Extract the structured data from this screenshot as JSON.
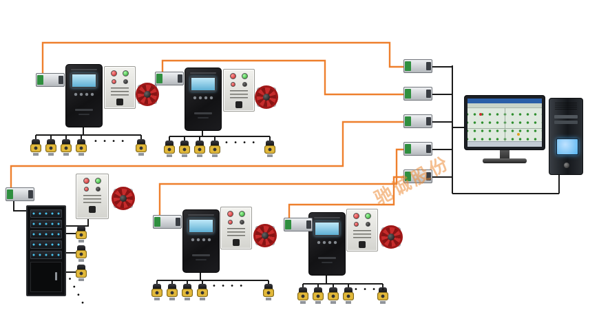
{
  "watermark": {
    "text": "驰诚股份"
  },
  "ellipsis": {
    "horizontal": "• • • •",
    "vertical": "• • • •"
  },
  "colors": {
    "wire-orange": "#ee7f2c",
    "wire-black": "#1a1a1a",
    "lcd-blue-1": "#bfe8f8",
    "lcd-blue-2": "#5fb0d4",
    "fan-red": "#c62b2b",
    "fan-red-dark": "#871414",
    "detector-yellow": "#e2b93b",
    "terminal-green": "#2f8f3f",
    "screen-bg": "#dfe9df",
    "screen-dot-green": "#2f8f2f",
    "tower-lcd": "#57b4f0"
  },
  "components": {
    "converter": "rs485-signal-converter",
    "controller": "gas-alarm-controller",
    "control_box": "power-control-box",
    "fan": "exhaust-fan",
    "detector": "gas-detector",
    "cabinet": "alarm-control-cabinet",
    "monitor": "monitoring-host-monitor",
    "tower": "monitoring-host-tower"
  }
}
